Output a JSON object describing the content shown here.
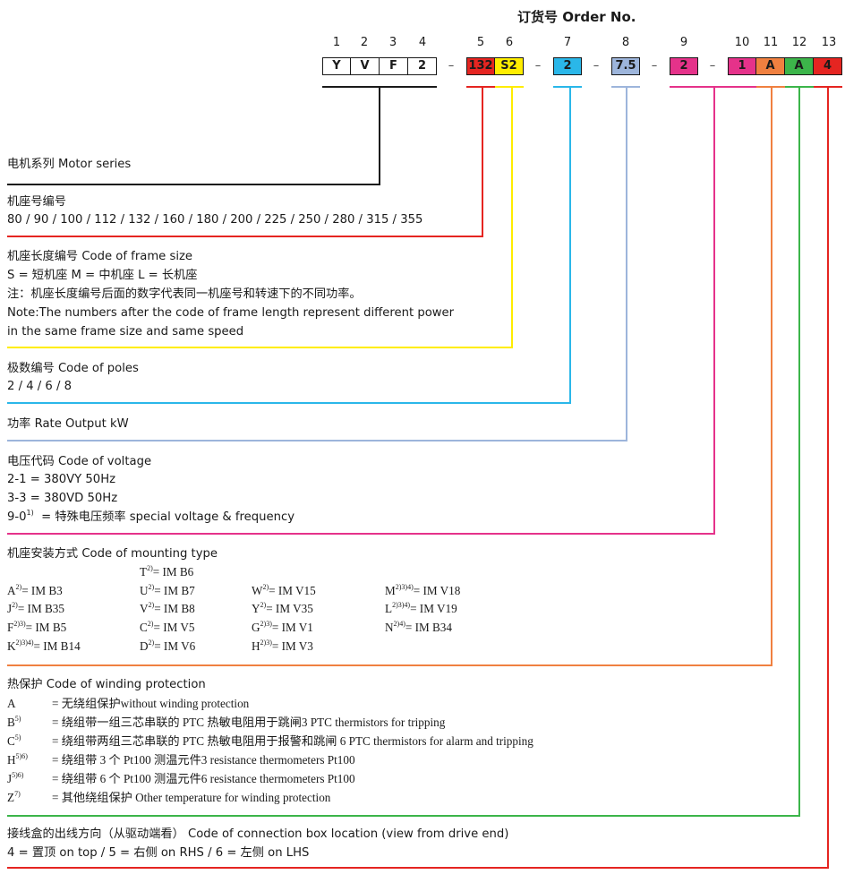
{
  "title": "订货号 Order No.",
  "positions": [
    "1",
    "2",
    "3",
    "4",
    "5",
    "6",
    "7",
    "8",
    "9",
    "10",
    "11",
    "12",
    "13"
  ],
  "boxes": [
    {
      "label": "Y",
      "color": "#ffffff"
    },
    {
      "label": "V",
      "color": "#ffffff"
    },
    {
      "label": "F",
      "color": "#ffffff"
    },
    {
      "label": "2",
      "color": "#ffffff"
    },
    {
      "label": "132",
      "color": "#e52521"
    },
    {
      "label": "S2",
      "color": "#ffed00"
    },
    {
      "label": "2",
      "color": "#2ab7e9"
    },
    {
      "label": "7.5",
      "color": "#9db5db"
    },
    {
      "label": "2",
      "color": "#e5328a"
    },
    {
      "label": "1",
      "color": "#e5328a"
    },
    {
      "label": "A",
      "color": "#f08040"
    },
    {
      "label": "A",
      "color": "#3cb54a"
    },
    {
      "label": "4",
      "color": "#e52521"
    }
  ],
  "separator": "–",
  "colors": {
    "black": "#1a1a1a",
    "red": "#e52521",
    "yellow": "#ffed00",
    "cyan": "#2ab7e9",
    "lightblue": "#9db5db",
    "pink": "#e5328a",
    "orange": "#f08040",
    "green": "#3cb54a"
  },
  "sections": {
    "motor_series": {
      "title": "电机系列 Motor series"
    },
    "frame_number": {
      "title": "机座号编号",
      "values": "80 / 90 / 100 / 112 / 132 / 160 / 180 / 200 / 225 / 250 / 280 / 315 / 355"
    },
    "frame_size": {
      "title": "机座长度编号 Code of frame size",
      "line1": "S = 短机座  M = 中机座  L = 长机座",
      "line2": "注：机座长度编号后面的数字代表同一机座号和转速下的不同功率。",
      "line3": "Note:The numbers after the code of frame length represent different power",
      "line4": "in the same frame size and same speed"
    },
    "poles": {
      "title": "极数编号 Code of poles",
      "values": "2 / 4 / 6 / 8"
    },
    "output": {
      "title": "功率 Rate Output kW"
    },
    "voltage": {
      "title": "电压代码 Code of voltage",
      "line1": "2-1 = 380VY 50Hz",
      "line2": "3-3 = 380VD 50Hz",
      "line3_code": "9-0",
      "line3_sup": "1)",
      "line3_text": "= 特殊电压频率 special voltage & frequency"
    },
    "mounting": {
      "title": "机座安装方式  Code of mounting type",
      "items": [
        {
          "code": "T",
          "sup": "2)",
          "val": "= IM B6"
        },
        {
          "code": "A",
          "sup": "2)",
          "val": "= IM B3"
        },
        {
          "code": "U",
          "sup": "2)",
          "val": "= IM B7"
        },
        {
          "code": "W",
          "sup": "2)",
          "val": "= IM V15"
        },
        {
          "code": "M",
          "sup": "2)3)4)",
          "val": "= IM V18"
        },
        {
          "code": "J",
          "sup": "2)",
          "val": "= IM B35"
        },
        {
          "code": "V",
          "sup": "2)",
          "val": "= IM B8"
        },
        {
          "code": "Y",
          "sup": "2)",
          "val": "= IM V35"
        },
        {
          "code": "L",
          "sup": "2)3)4)",
          "val": "= IM V19"
        },
        {
          "code": "F",
          "sup": "2)3)",
          "val": "= IM B5"
        },
        {
          "code": "C",
          "sup": "2)",
          "val": "= IM V5"
        },
        {
          "code": "G",
          "sup": "2)3)",
          "val": "= IM V1"
        },
        {
          "code": "N",
          "sup": "2)4)",
          "val": "= IM B34"
        },
        {
          "code": "K",
          "sup": "2)3)4)",
          "val": "= IM B14"
        },
        {
          "code": "D",
          "sup": "2)",
          "val": "= IM V6"
        },
        {
          "code": "H",
          "sup": "2)3)",
          "val": "= IM V3"
        }
      ]
    },
    "winding": {
      "title": "热保护 Code of winding protection",
      "items": [
        {
          "code": "A",
          "sup": "",
          "val": "=   无绕组保护without winding protection"
        },
        {
          "code": "B",
          "sup": "5)",
          "val": "=   绕组带一组三芯串联的 PTC 热敏电阻用于跳闸3 PTC thermistors for tripping"
        },
        {
          "code": "C",
          "sup": "5)",
          "val": "=   绕组带两组三芯串联的 PTC 热敏电阻用于报警和跳闸 6 PTC thermistors for alarm and tripping"
        },
        {
          "code": "H",
          "sup": "5)6)",
          "val": "=   绕组带 3 个 Pt100 测温元件3 resistance thermometers Pt100"
        },
        {
          "code": "J",
          "sup": "5)6)",
          "val": "=   绕组带 6 个 Pt100 测温元件6 resistance thermometers Pt100"
        },
        {
          "code": "Z",
          "sup": "7)",
          "val": "=   其他绕组保护  Other temperature for winding protection"
        }
      ]
    },
    "connection": {
      "title": "接线盒的出线方向（从驱动端看）  Code of connection box location (view from drive end)",
      "values": "4 = 置顶 on top / 5 = 右侧 on RHS / 6 = 左侧 on LHS"
    }
  }
}
